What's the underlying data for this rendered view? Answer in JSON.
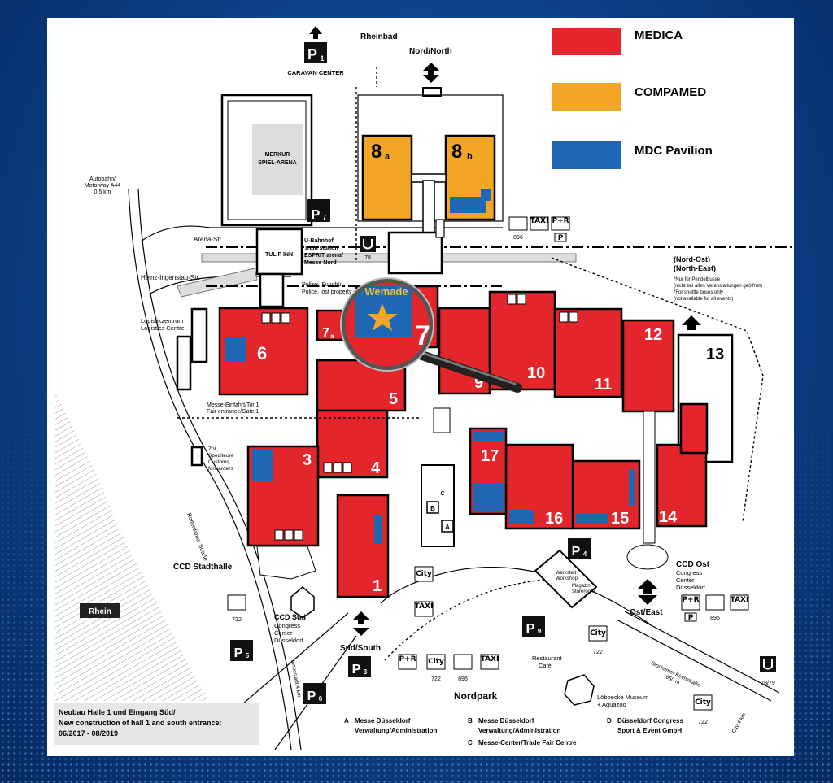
{
  "legend": [
    {
      "label": "MEDICA",
      "color": "#e3262b"
    },
    {
      "label": "COMPAMED",
      "color": "#f3a626"
    },
    {
      "label": "MDC Pavilion",
      "color": "#1f66b4"
    }
  ],
  "halls": {
    "h1": "1",
    "h3": "3",
    "h4": "4",
    "h5": "5",
    "h6": "6",
    "h7": "7",
    "h7a": "7",
    "h7a_sub": "a",
    "h8a": "8",
    "h8a_sub": "a",
    "h8b": "8",
    "h8b_sub": "b",
    "h9": "9",
    "h10": "10",
    "h11": "11",
    "h12": "12",
    "h13": "13",
    "h14": "14",
    "h15": "15",
    "h16": "16",
    "h17": "17"
  },
  "highlight": {
    "brand": "Wemade",
    "hall": "7"
  },
  "labels": {
    "rheinbad": "Rheinbad",
    "nord": "Nord/North",
    "p1": "P",
    "p1_sub": "1",
    "caravan": "CARAVAN CENTER",
    "merkur1": "MERKUR",
    "merkur2": "SPIEL-ARENA",
    "p7": "P",
    "p7_sub": "7",
    "autobahn1": "Autobahn/",
    "autobahn2": "Motorway A44",
    "autobahn3": "0,5 km",
    "arena_str": "Arena-Str.",
    "heinz_str": "Heinz-Ingenstau-Str.",
    "tulip1": "TULIP INN",
    "ubahn1": "U-Bahnhof",
    "ubahn2": "Tram station",
    "ubahn3": "ESPRIT arena/",
    "ubahn4": "Messe Nord",
    "u78": "78",
    "police1": "Polizei, Fundbü...",
    "police2": "Police, lost property o...",
    "logistik1": "Logistikzentrum",
    "logistik2": "Logistics Centre",
    "gate1": "Messe-Einfahrt/Tor 1",
    "gate2": "Fair entrance/Gate 1",
    "zoll1": "Zoll,",
    "zoll2": "Spediteure",
    "zoll3": "Customs,",
    "zoll4": "forwarders",
    "rotterdamer": "Rotterdamer Straße",
    "ccd_stadthalle": "CCD Stadthalle",
    "ccd_sued1": "CCD Süd",
    "ccd_sued2": "Congress",
    "ccd_sued3": "Center",
    "ccd_sued4": "Düsseldorf",
    "sued": "Süd/South",
    "rhein": "Rhein",
    "p3": "P",
    "p3_sub": "3",
    "p4": "P",
    "p4_sub": "4",
    "p5": "P",
    "p5_sub": "5",
    "p6": "P",
    "p6_sub": "6",
    "p9": "P",
    "p9_sub": "9",
    "innenstadt": "Innenstadt 4 km",
    "ost": "Ost/East",
    "ccd_ost1": "CCD Ost",
    "ccd_ost2": "Congress",
    "ccd_ost3": "Center",
    "ccd_ost4": "Düsseldorf",
    "nordost1": "(Nord-Ost)",
    "nordost2": "(North-East)",
    "shuttle1": "*Nur für Pendelbusse",
    "shuttle2": "(nicht bei allen Veranstaltungen geöffnet)",
    "shuttle3": "*For shuttle buses only",
    "shuttle4": "(not available for all events)",
    "werkstatt1": "Werkstatt",
    "werkstatt2": "Workshop",
    "magazin1": "Magazin",
    "magazin2": "Storeroom",
    "restaurant1": "Restaurant",
    "restaurant2": "Café",
    "loebbecke1": "Löbbecke Museum",
    "loebbecke2": "+ Aquazoo",
    "nordpark": "Nordpark",
    "stockumer1": "Stockumer Kirchstraße",
    "stockumer2": "650 m",
    "u7879": "78/79",
    "city4": "City 4 km",
    "bus896": "896",
    "bus722": "722",
    "city": "City",
    "taxi": "TAXI",
    "pr": "P+R",
    "p_small": "P",
    "a_box": "A",
    "b_box": "B",
    "c_box": "C"
  },
  "notice": {
    "line1": "Neubau Halle 1 und Eingang Süd/",
    "line2": "New construction of hall 1 and south entrance:",
    "line3": "06/2017 - 08/2019"
  },
  "footer": {
    "a_letter": "A",
    "a_line1": "Messe Düsseldorf",
    "a_line2": "Verwaltung/Administration",
    "b_letter": "B",
    "b_line1": "Messe Düsseldorf",
    "b_line2": "Verwaltung/Administration",
    "c_letter": "C",
    "c_line1": "Messe-Center/Trade Fair Centre",
    "d_letter": "D",
    "d_line1": "Düsseldorf Congress",
    "d_line2": "Sport & Event GmbH"
  },
  "colors": {
    "medica": "#e3262b",
    "compamed": "#f3a626",
    "mdc": "#1f66b4",
    "background": "#0d3f86"
  }
}
